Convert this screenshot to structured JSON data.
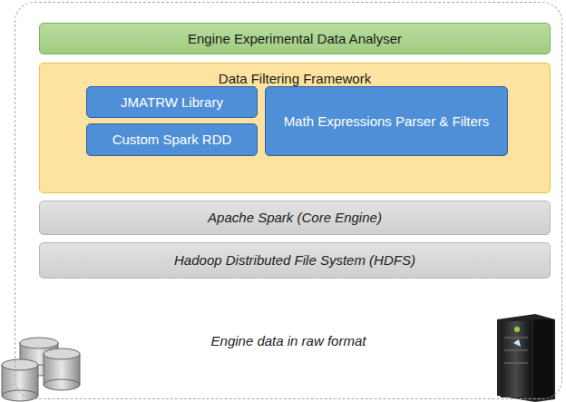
{
  "diagram": {
    "nodes": [
      {
        "text": [
          "Engine data in raw format"
        ]
      },
      {
        "text": [
          "Engine Experimental Data Analyser"
        ],
        "in": 0
      },
      {
        "text": [
          "Data Filtering Framework"
        ],
        "in": 0
      },
      {
        "text": [
          "JMATRW Library"
        ],
        "in": 2
      },
      {
        "text": [
          "Custom Spark RDD"
        ],
        "in": 2
      },
      {
        "text": [
          "Math Expressions Parser & Filters"
        ],
        "in": 2
      },
      {
        "text": [
          "Apache Spark (Core Engine)"
        ],
        "in": 0
      },
      {
        "text": [
          "Hadoop Distributed File System (HDFS)"
        ],
        "in": 0
      }
    ]
  }
}
